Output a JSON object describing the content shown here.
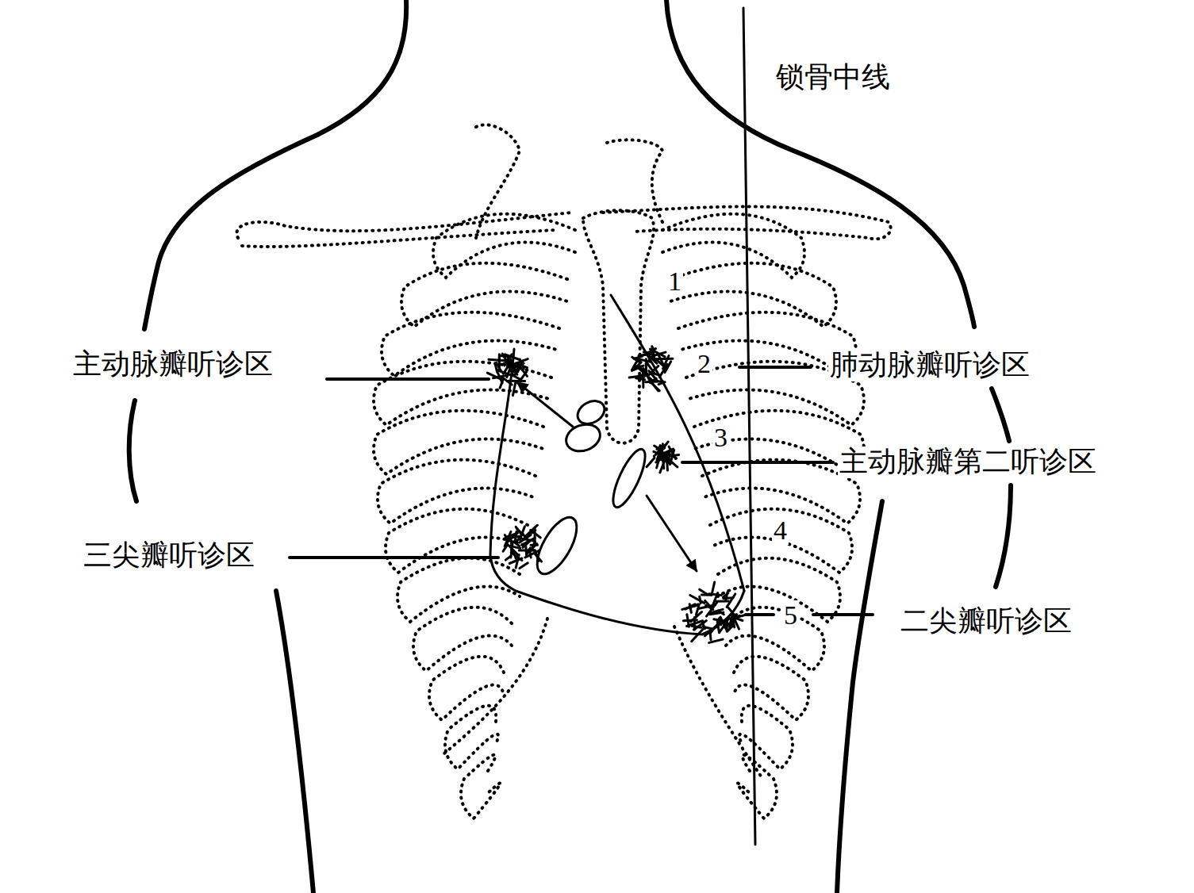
{
  "diagram": {
    "labels": [
      "锁骨中线",
      "主动脉瓣听诊区",
      "1",
      "肺动脉瓣听诊区",
      "2",
      "3",
      "主动脉瓣第二听诊区",
      "4",
      "三尖瓣听诊区",
      "5",
      "二尖瓣听诊区"
    ]
  }
}
